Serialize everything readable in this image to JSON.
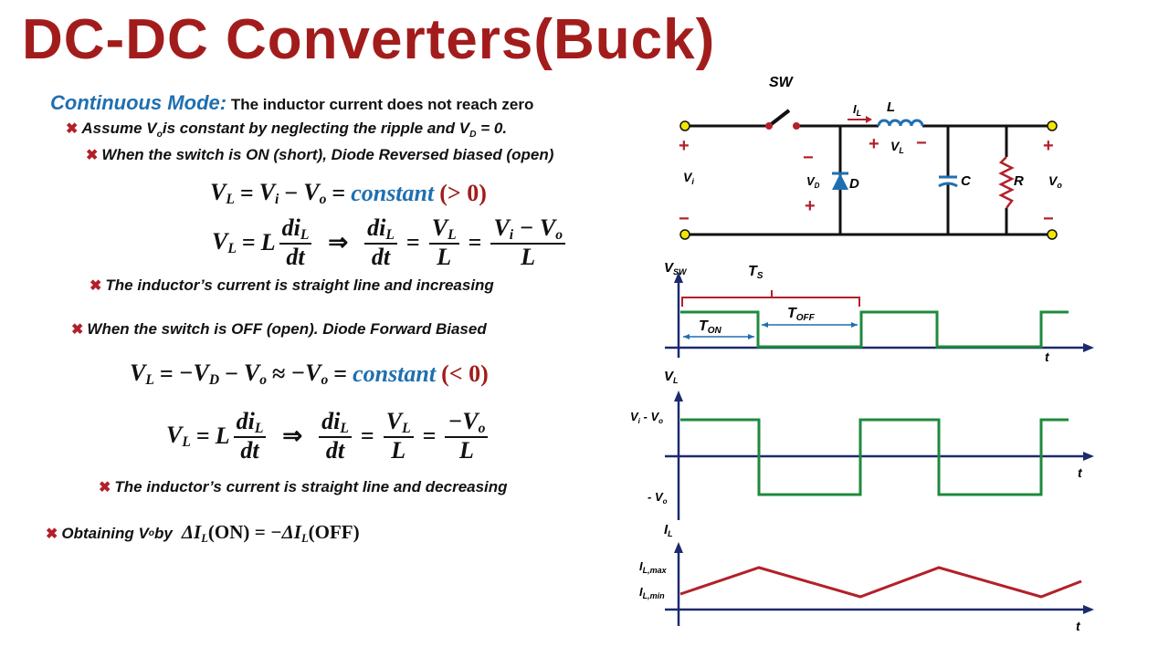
{
  "title": "DC-DC  Converters(Buck)",
  "mode": {
    "label": "Continuous Mode:",
    "desc": "The inductor current does not reach zero"
  },
  "bullets": {
    "assume": {
      "a": "Assume V",
      "sub_a": "o",
      "b": "is constant by neglecting the ripple and V",
      "sub_b": "D",
      "c": " = 0."
    },
    "on": "When the switch is ON (short), Diode Reversed biased (open)",
    "increasing": "The inductor’s current is straight line and increasing",
    "off": "When the switch is OFF (open). Diode Forward Biased",
    "decreasing": "The inductor’s current is straight line and decreasing",
    "obtaining": {
      "a": "Obtaining V",
      "sub": "o",
      "b": " by"
    }
  },
  "equations": {
    "constant": "constant",
    "gt0": "(> 0)",
    "lt0": "(< 0)",
    "on_ratio": "OFF)",
    "on_label": "(ON)",
    "off_label": "(OFF)"
  },
  "circuit": {
    "sw": "SW",
    "il": "I",
    "il_sub": "L",
    "l": "L",
    "vl": "V",
    "vl_sub": "L",
    "vi": "V",
    "vi_sub": "i",
    "vd": "V",
    "vd_sub": "D",
    "d": "D",
    "c": "C",
    "r": "R",
    "vo": "V",
    "vo_sub": "o",
    "plus": "+",
    "minus": "−"
  },
  "waveforms": {
    "vsw": "V",
    "vsw_sub": "SW",
    "ts": "T",
    "ts_sub": "S",
    "ton": "T",
    "ton_sub": "ON",
    "toff": "T",
    "toff_sub": "OFF",
    "t": "t",
    "vl": "V",
    "vl_sub": "L",
    "vi_minus_vo": "V",
    "vi_minus_vo_sub": "i",
    "vi_minus_vo_tail": " - V",
    "vi_minus_vo_tail_sub": "o",
    "neg_vo": "- V",
    "neg_vo_sub": "o",
    "il": "I",
    "il_sub": "L",
    "ilmax": "I",
    "ilmax_sub": "L,max",
    "ilmin": "I",
    "ilmin_sub": "L,min"
  },
  "colors": {
    "title": "#a31c1c",
    "mode": "#1f6fb0",
    "wave_green": "#1e8a3c",
    "wave_red": "#b3202a",
    "axis": "#1c2a6e"
  }
}
